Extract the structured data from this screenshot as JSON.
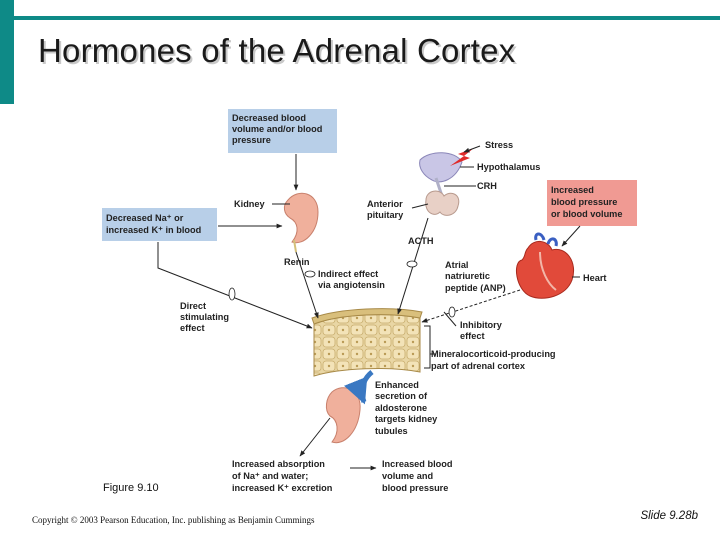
{
  "slide": {
    "title": "Hormones of the Adrenal Cortex",
    "figure_caption": "Figure 9.10",
    "copyright": "Copyright © 2003 Pearson Education, Inc. publishing as Benjamin Cummings",
    "slide_number": "Slide 9.28b"
  },
  "diagram": {
    "box_blood_volume": [
      "Decreased blood",
      "volume and/or blood",
      "pressure"
    ],
    "box_na_k": [
      "Decreased Na⁺ or",
      "increased K⁺ in blood"
    ],
    "box_increased_bp": [
      "Increased",
      "blood pressure",
      "or blood volume"
    ],
    "kidney": "Kidney",
    "renin": "Renin",
    "indirect_effect": [
      "Indirect effect",
      "via angiotensin"
    ],
    "direct_effect": [
      "Direct",
      "stimulating",
      "effect"
    ],
    "stress": "Stress",
    "hypothalamus": "Hypothalamus",
    "crh": "CRH",
    "anterior_pituitary": [
      "Anterior",
      "pituitary"
    ],
    "acth": "ACTH",
    "anp": [
      "Atrial",
      "natriuretic",
      "peptide (ANP)"
    ],
    "heart": "Heart",
    "inhibitory": [
      "Inhibitory",
      "effect"
    ],
    "mineralocorticoid": [
      "Mineralocorticoid-producing",
      "part of adrenal cortex"
    ],
    "enhanced": [
      "Enhanced",
      "secretion of",
      "aldosterone",
      "targets kidney",
      "tubules"
    ],
    "increased_absorption": [
      "Increased absorption",
      "of Na⁺ and water;",
      "increased K⁺ excretion"
    ],
    "increased_volume": [
      "Increased blood",
      "volume and",
      "blood pressure"
    ]
  },
  "colors": {
    "accent": "#0e8a87",
    "blue_box": "#b8cfe8",
    "red_box": "#f09a93",
    "kidney": "#f0b09c",
    "blue_arrow": "#3a78c2"
  }
}
